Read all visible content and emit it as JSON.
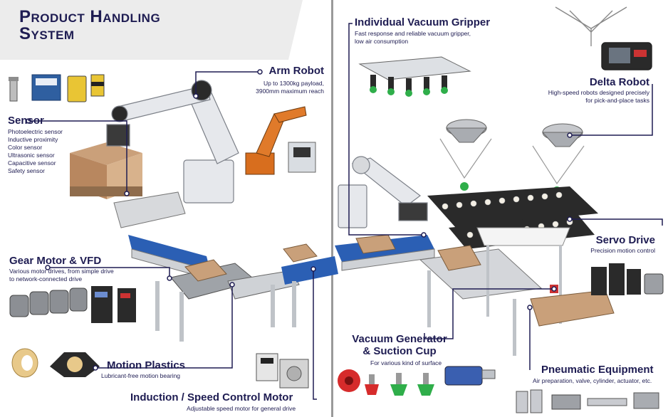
{
  "title": {
    "line1": "Product Handling",
    "line2": "System"
  },
  "components": {
    "arm_robot": {
      "name": "Arm Robot",
      "desc": [
        "Up to 1300kg payload,",
        "3900mm maximum reach"
      ]
    },
    "sensor": {
      "name": "Sensor",
      "items": [
        "Photoelectric sensor",
        "Inductive proximity",
        "Color sensor",
        "Ultrasonic sensor",
        "Capacitive sensor",
        "Safety sensor"
      ]
    },
    "gear_motor": {
      "name": "Gear Motor & VFD",
      "desc": [
        "Various motor drives, from simple drive",
        "to network-connected drive"
      ]
    },
    "motion_plastics": {
      "name": "Motion Plastics",
      "desc": [
        "Lubricant-free motion bearing"
      ]
    },
    "induction_motor": {
      "name": "Induction / Speed Control Motor",
      "desc": [
        "Adjustable speed motor for general drive"
      ]
    },
    "vacuum_gripper": {
      "name": "Individual Vacuum Gripper",
      "desc": [
        "Fast response and reliable vacuum gripper,",
        "low air consumption"
      ]
    },
    "delta_robot": {
      "name": "Delta Robot",
      "desc": [
        "High-speed robots designed precisely",
        "for pick-and-place tasks"
      ]
    },
    "servo_drive": {
      "name": "Servo Drive",
      "desc": [
        "Precision motion control"
      ]
    },
    "vacuum_generator": {
      "name_line1": "Vacuum Generator",
      "name_line2": "& Suction Cup",
      "desc": [
        "For various kind of surface"
      ]
    },
    "pneumatic": {
      "name": "Pneumatic Equipment",
      "desc": [
        "Air preparation, valve, cylinder, actuator, etc."
      ]
    }
  },
  "colors": {
    "navy": "#1e1c52",
    "orange": "#e07a2a",
    "conveyor_blue": "#2b5fb4",
    "suction_red": "#d62b2b",
    "suction_green": "#2fae4a",
    "cardboard": "#c9a07a"
  }
}
